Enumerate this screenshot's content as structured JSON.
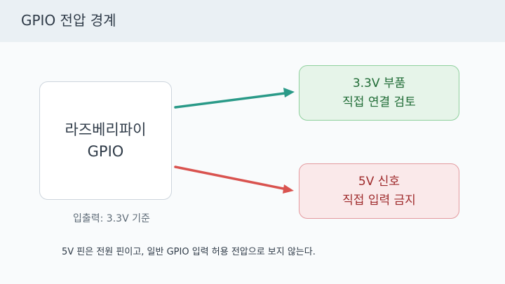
{
  "header": {
    "title": "GPIO 전압 경계"
  },
  "diagram": {
    "source": {
      "line1": "라즈베리파이",
      "line2": "GPIO",
      "caption": "입출력: 3.3V 기준"
    },
    "targets": [
      {
        "line1": "3.3V 부품",
        "line2": "직접 연결 검토",
        "color": "#2a9a88"
      },
      {
        "line1": "5V 신호",
        "line2": "직접 입력 금지",
        "color": "#d9534f"
      }
    ],
    "note": "5V 핀은 전원 핀이고, 일반 GPIO 입력 허용 전압으로 보지 않는다."
  }
}
